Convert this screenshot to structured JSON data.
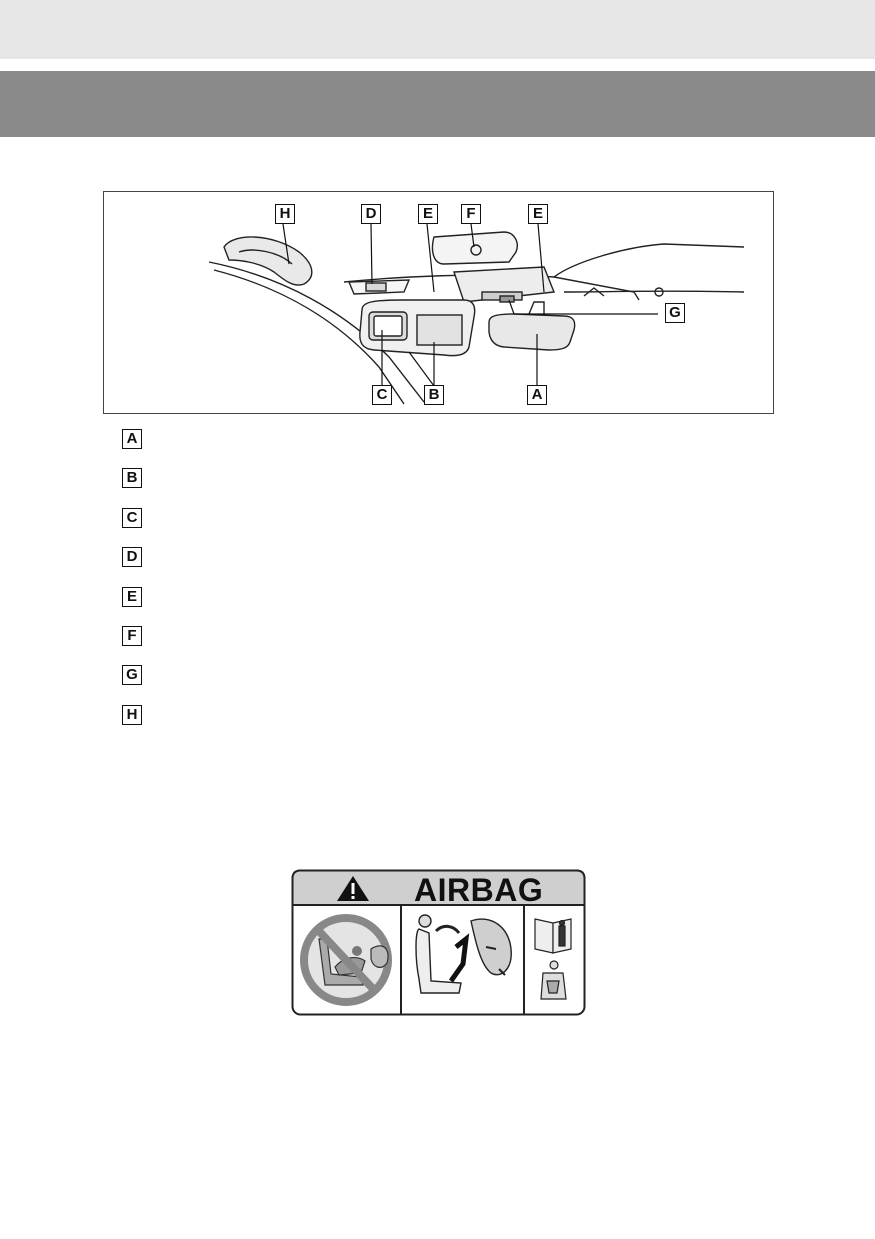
{
  "header": {
    "section_title": ""
  },
  "diagram": {
    "callouts": {
      "H": "H",
      "D": "D",
      "E1": "E",
      "F": "F",
      "E2": "E",
      "G": "G",
      "C": "C",
      "B": "B",
      "A": "A"
    }
  },
  "legend": [
    {
      "key": "A",
      "text": ""
    },
    {
      "key": "B",
      "text": ""
    },
    {
      "key": "C",
      "text": ""
    },
    {
      "key": "D",
      "text": ""
    },
    {
      "key": "E",
      "text": ""
    },
    {
      "key": "F",
      "text": ""
    },
    {
      "key": "G",
      "text": ""
    },
    {
      "key": "H",
      "text": ""
    }
  ],
  "airbag_label": {
    "title": "AIRBAG"
  }
}
